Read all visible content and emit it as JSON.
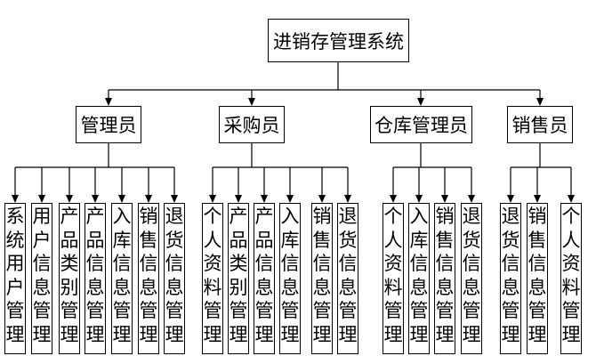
{
  "title": "进销存管理系统",
  "roles": [
    {
      "name": "管理员",
      "modules": [
        "系统用户管理",
        "用户信息管理",
        "产品类别管理",
        "产品信息管理",
        "入库信息管理",
        "销售信息管理",
        "退货信息管理"
      ]
    },
    {
      "name": "采购员",
      "modules": [
        "个人资料管理",
        "产品类别管理",
        "产品信息管理",
        "入库信息管理",
        "销售信息管理",
        "退货信息管理"
      ]
    },
    {
      "name": "仓库管理员",
      "modules": [
        "个人资料管理",
        "入库信息管理",
        "销售信息管理",
        "退货信息管理"
      ]
    },
    {
      "name": "销售员",
      "modules": [
        "退货信息管理",
        "销售信息管理",
        "个人资料管理"
      ]
    }
  ]
}
